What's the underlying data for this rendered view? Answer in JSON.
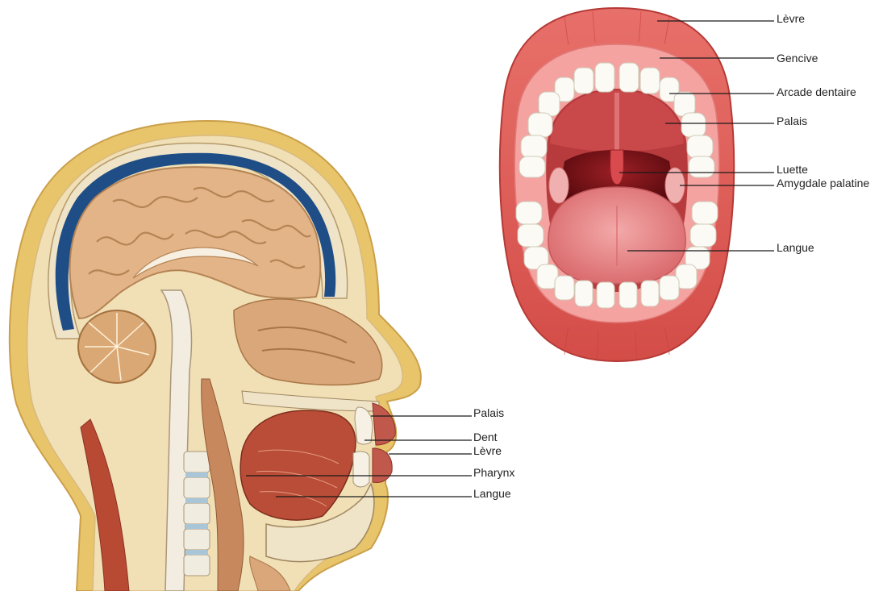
{
  "mouth_labels": [
    "Lèvre",
    "Gencive",
    "Arcade dentaire",
    "Palais",
    "Luette",
    "Amygdale palatine",
    "Langue"
  ],
  "head_labels": [
    "Palais",
    "Dent",
    "Lèvre",
    "Pharynx",
    "Langue"
  ],
  "colors": {
    "lip": "#e05a55",
    "lip_dark": "#c8403d",
    "gum": "#f4a3a1",
    "throat": "#7a1418",
    "tongue": "#e8898a",
    "tooth": "#fbfaf5",
    "skin": "#e6c36a",
    "brain": "#e2b488",
    "muscle": "#b84a34",
    "vertebra": "#f1ece0",
    "dura": "#1f4e86"
  }
}
